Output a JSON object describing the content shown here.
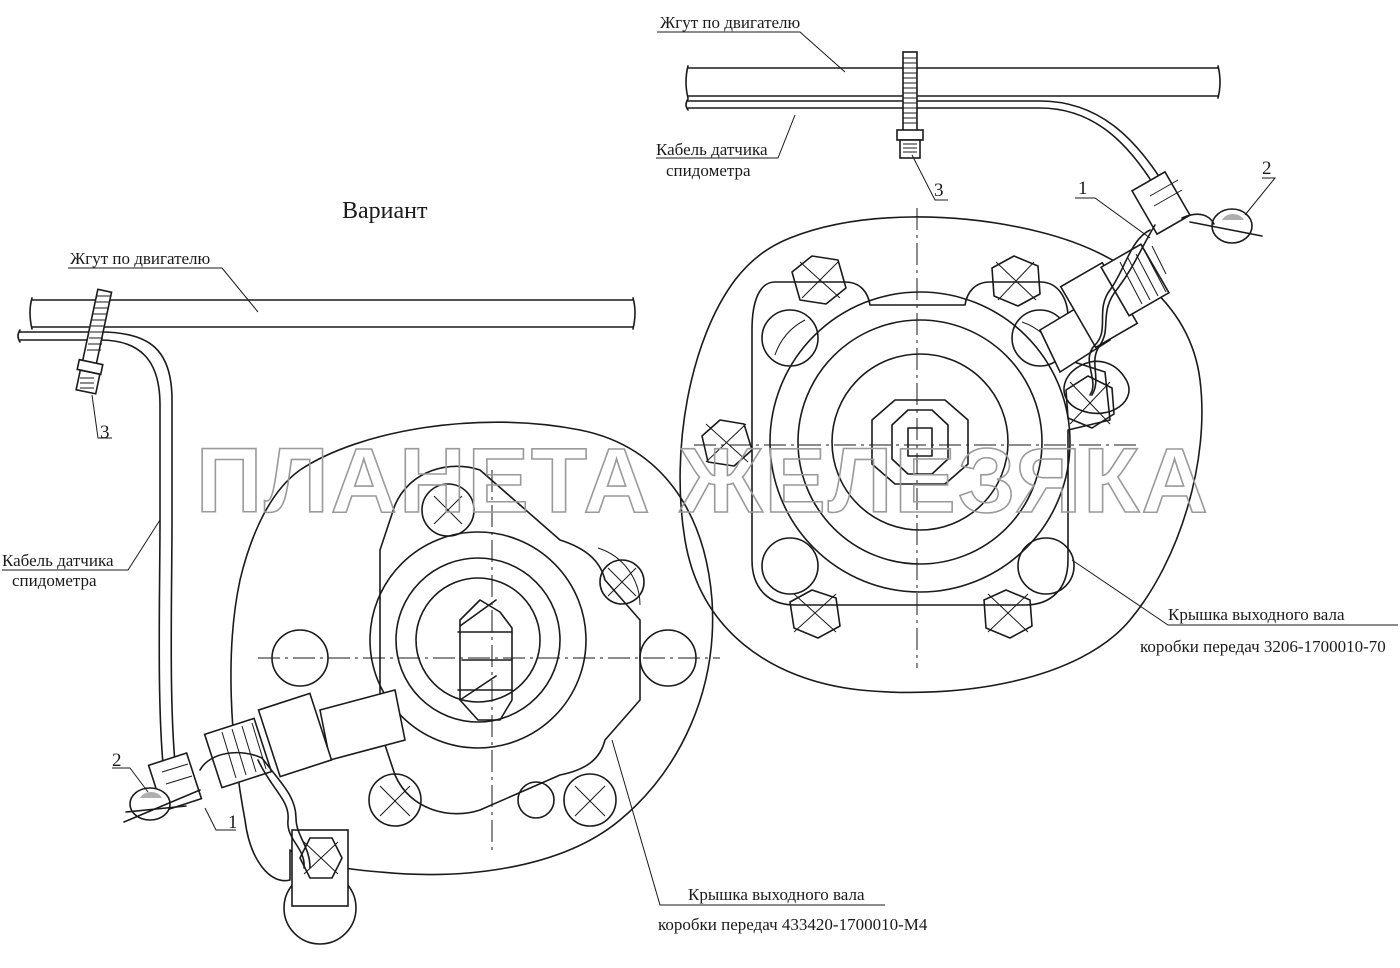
{
  "variant_title": "Вариант",
  "watermark": "ПЛАНЕТА ЖЕЛЕЗЯКА",
  "right_view": {
    "harness_label": "Жгут по двигателю",
    "cable_label_line1": "Кабель датчика",
    "cable_label_line2": "спидометра",
    "callout_1": "1",
    "callout_2": "2",
    "callout_3": "3",
    "cover_label_line1": "Крышка выходного вала",
    "cover_label_line2": "коробки передач 3206-1700010-70"
  },
  "left_view": {
    "harness_label": "Жгут по двигателю",
    "cable_label_line1": "Кабель датчика",
    "cable_label_line2": "спидометра",
    "callout_1": "1",
    "callout_2": "2",
    "callout_3": "3",
    "cover_label_line1": "Крышка выходного вала",
    "cover_label_line2": "коробки передач 433420-1700010-М4"
  }
}
